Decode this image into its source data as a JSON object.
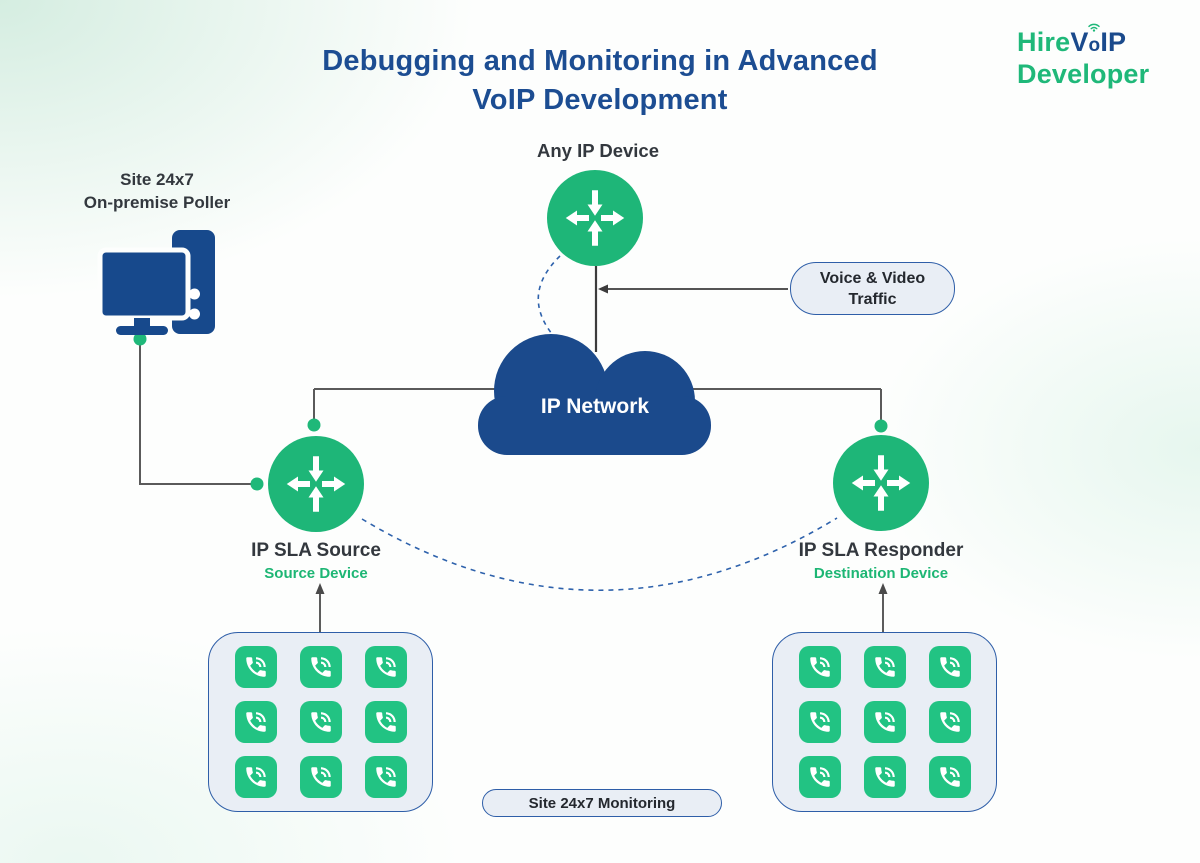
{
  "title": {
    "line1": "Debugging and Monitoring in Advanced",
    "line2": "VoIP Development"
  },
  "logo": {
    "hire": "Hire",
    "v": "V",
    "o": "o",
    "ip": "IP",
    "developer": "Developer"
  },
  "nodes": {
    "any_ip_device": {
      "label": "Any IP Device"
    },
    "poller": {
      "line1": "Site 24x7",
      "line2": "On-premise Poller"
    },
    "network": {
      "label": "IP Network"
    },
    "source": {
      "label": "IP SLA Source",
      "sublabel": "Source Device"
    },
    "responder": {
      "label": "IP SLA Responder",
      "sublabel": "Destination Device"
    }
  },
  "badges": {
    "traffic": {
      "line1": "Voice & Video",
      "line2": "Traffic"
    },
    "monitoring": {
      "label": "Site 24x7 Monitoring"
    }
  },
  "colors": {
    "navy": "#1a4a8c",
    "green": "#1fb879",
    "phone_green": "#22c383",
    "connector_gray": "#4f4f4f",
    "dashed_blue": "#2e62ac",
    "pill_bg": "#e9eef5",
    "pill_border": "#2e5ea8"
  }
}
